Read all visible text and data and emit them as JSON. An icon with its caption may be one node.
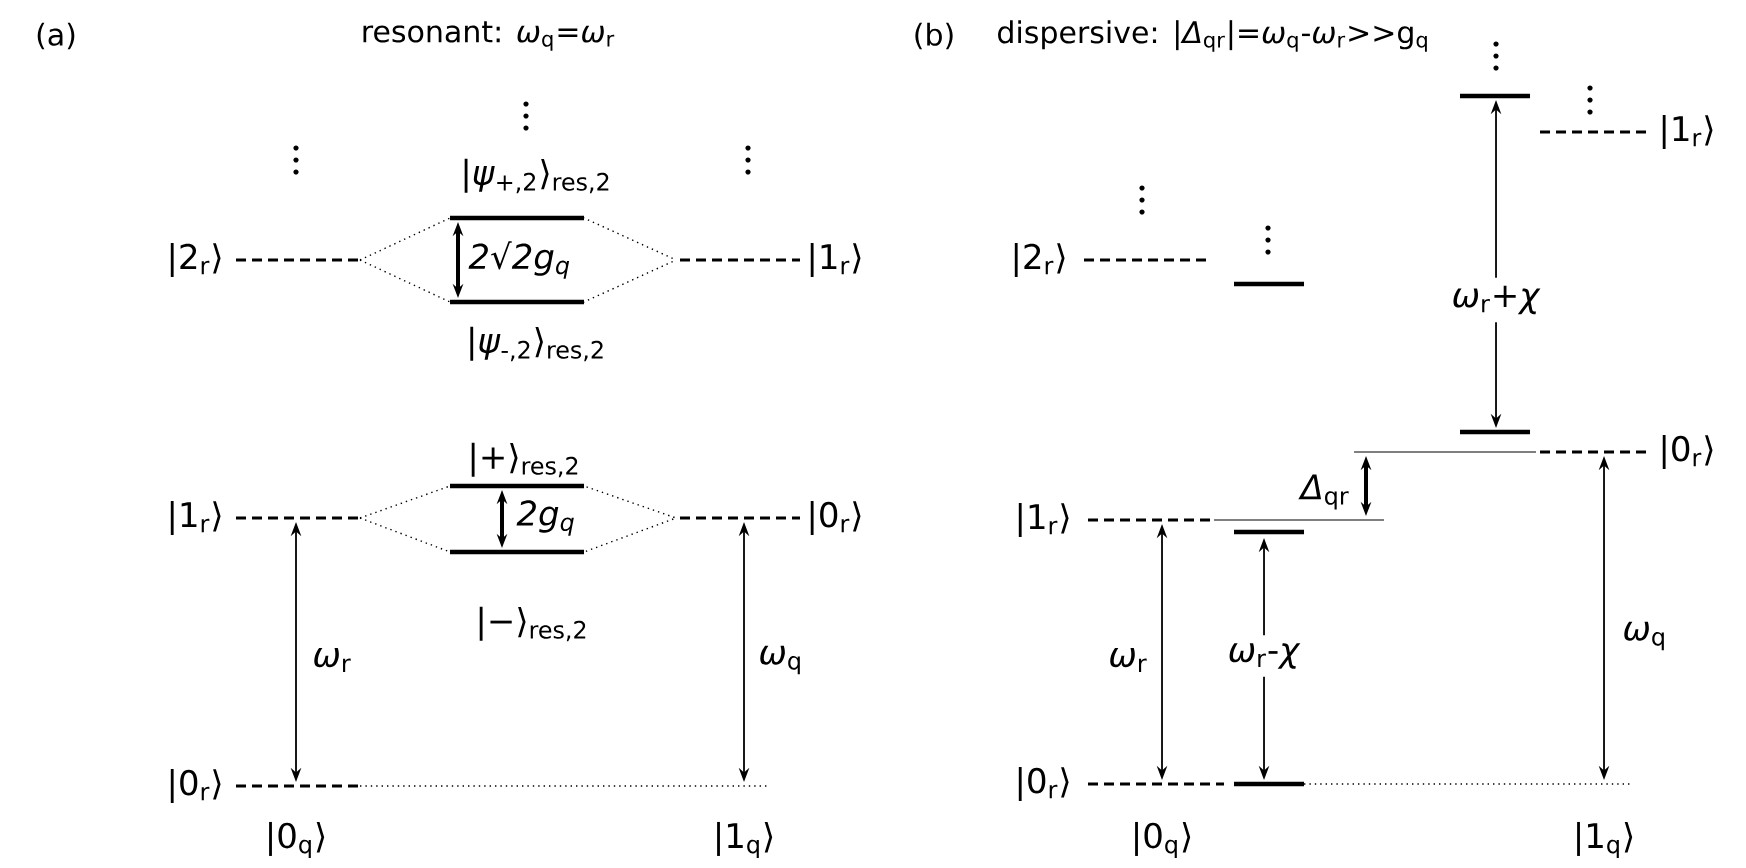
{
  "diagram": {
    "labels": [
      "(a)",
      "resonant: *ω*$_{q}$=*ω*$_{r}$",
      "(b)",
      "dispersive: |*Δ*$_{qr}$|=*ω*$_{q}$-*ω*$_{r}$>>g$_{q}$",
      "|*ψ*$_{+,2}$⟩$_{res,2}$",
      "|2$_{r}$⟩",
      "2√2g$_{q}$",
      "|1$_{r}$⟩",
      "|*ψ*$_{-,2}$⟩$_{res,2}$",
      "|+⟩$_{res,2}$",
      "|1$_{r}$⟩",
      "2g$_{q}$",
      "|0$_{r}$⟩",
      "|−⟩$_{res,2}$",
      "*ω*$_{r}$",
      "*ω*$_{q}$",
      "|0$_{r}$⟩",
      "|0$_{q}$⟩",
      "|1$_{q}$⟩",
      "|1$_{r}$⟩",
      "|2$_{r}$⟩",
      "*ω*$_{r}$+*χ*",
      "|0$_{r}$⟩",
      "*Δ*$_{qr}$",
      "|1$_{r}$⟩",
      "*ω*$_{r}$",
      "*ω*$_{r}$-*χ*",
      "*ω*$_{q}$",
      "|0$_{r}$⟩",
      "|0$_{q}$⟩",
      "|1$_{q}$⟩"
    ]
  }
}
